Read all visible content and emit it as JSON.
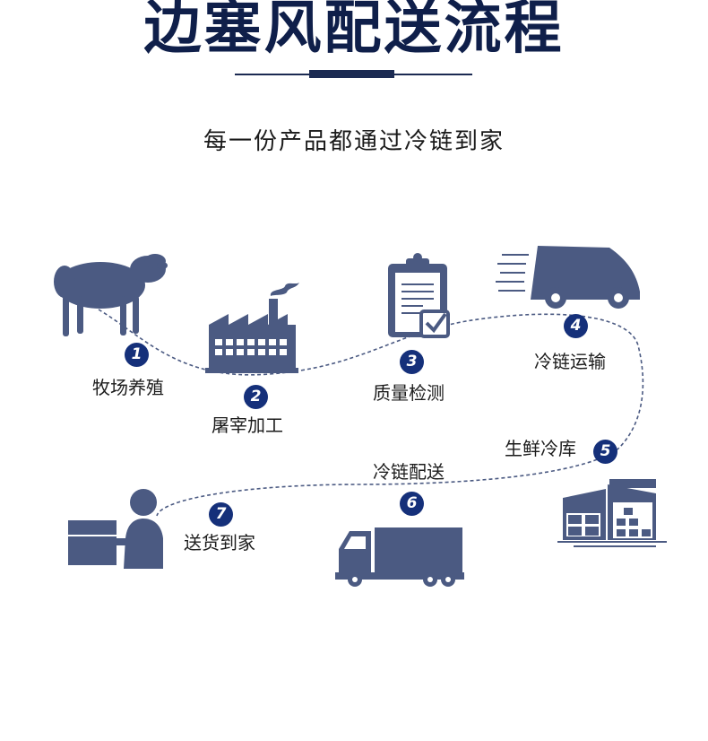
{
  "title": "边塞风配送流程",
  "subtitle": "每一份产品都通过冷链到家",
  "colors": {
    "icon": "#4b5a82",
    "badge": "#15307a",
    "title": "#0f1f4a"
  },
  "steps": [
    {
      "num": "1",
      "label": "牧场养殖",
      "icon": "sheep-icon"
    },
    {
      "num": "2",
      "label": "屠宰加工",
      "icon": "factory-icon"
    },
    {
      "num": "3",
      "label": "质量检测",
      "icon": "clipboard-check-icon"
    },
    {
      "num": "4",
      "label": "冷链运输",
      "icon": "van-icon"
    },
    {
      "num": "5",
      "label": "生鲜冷库",
      "icon": "warehouse-icon"
    },
    {
      "num": "6",
      "label": "冷链配送",
      "icon": "truck-icon"
    },
    {
      "num": "7",
      "label": "送货到家",
      "icon": "delivery-person-icon"
    }
  ]
}
